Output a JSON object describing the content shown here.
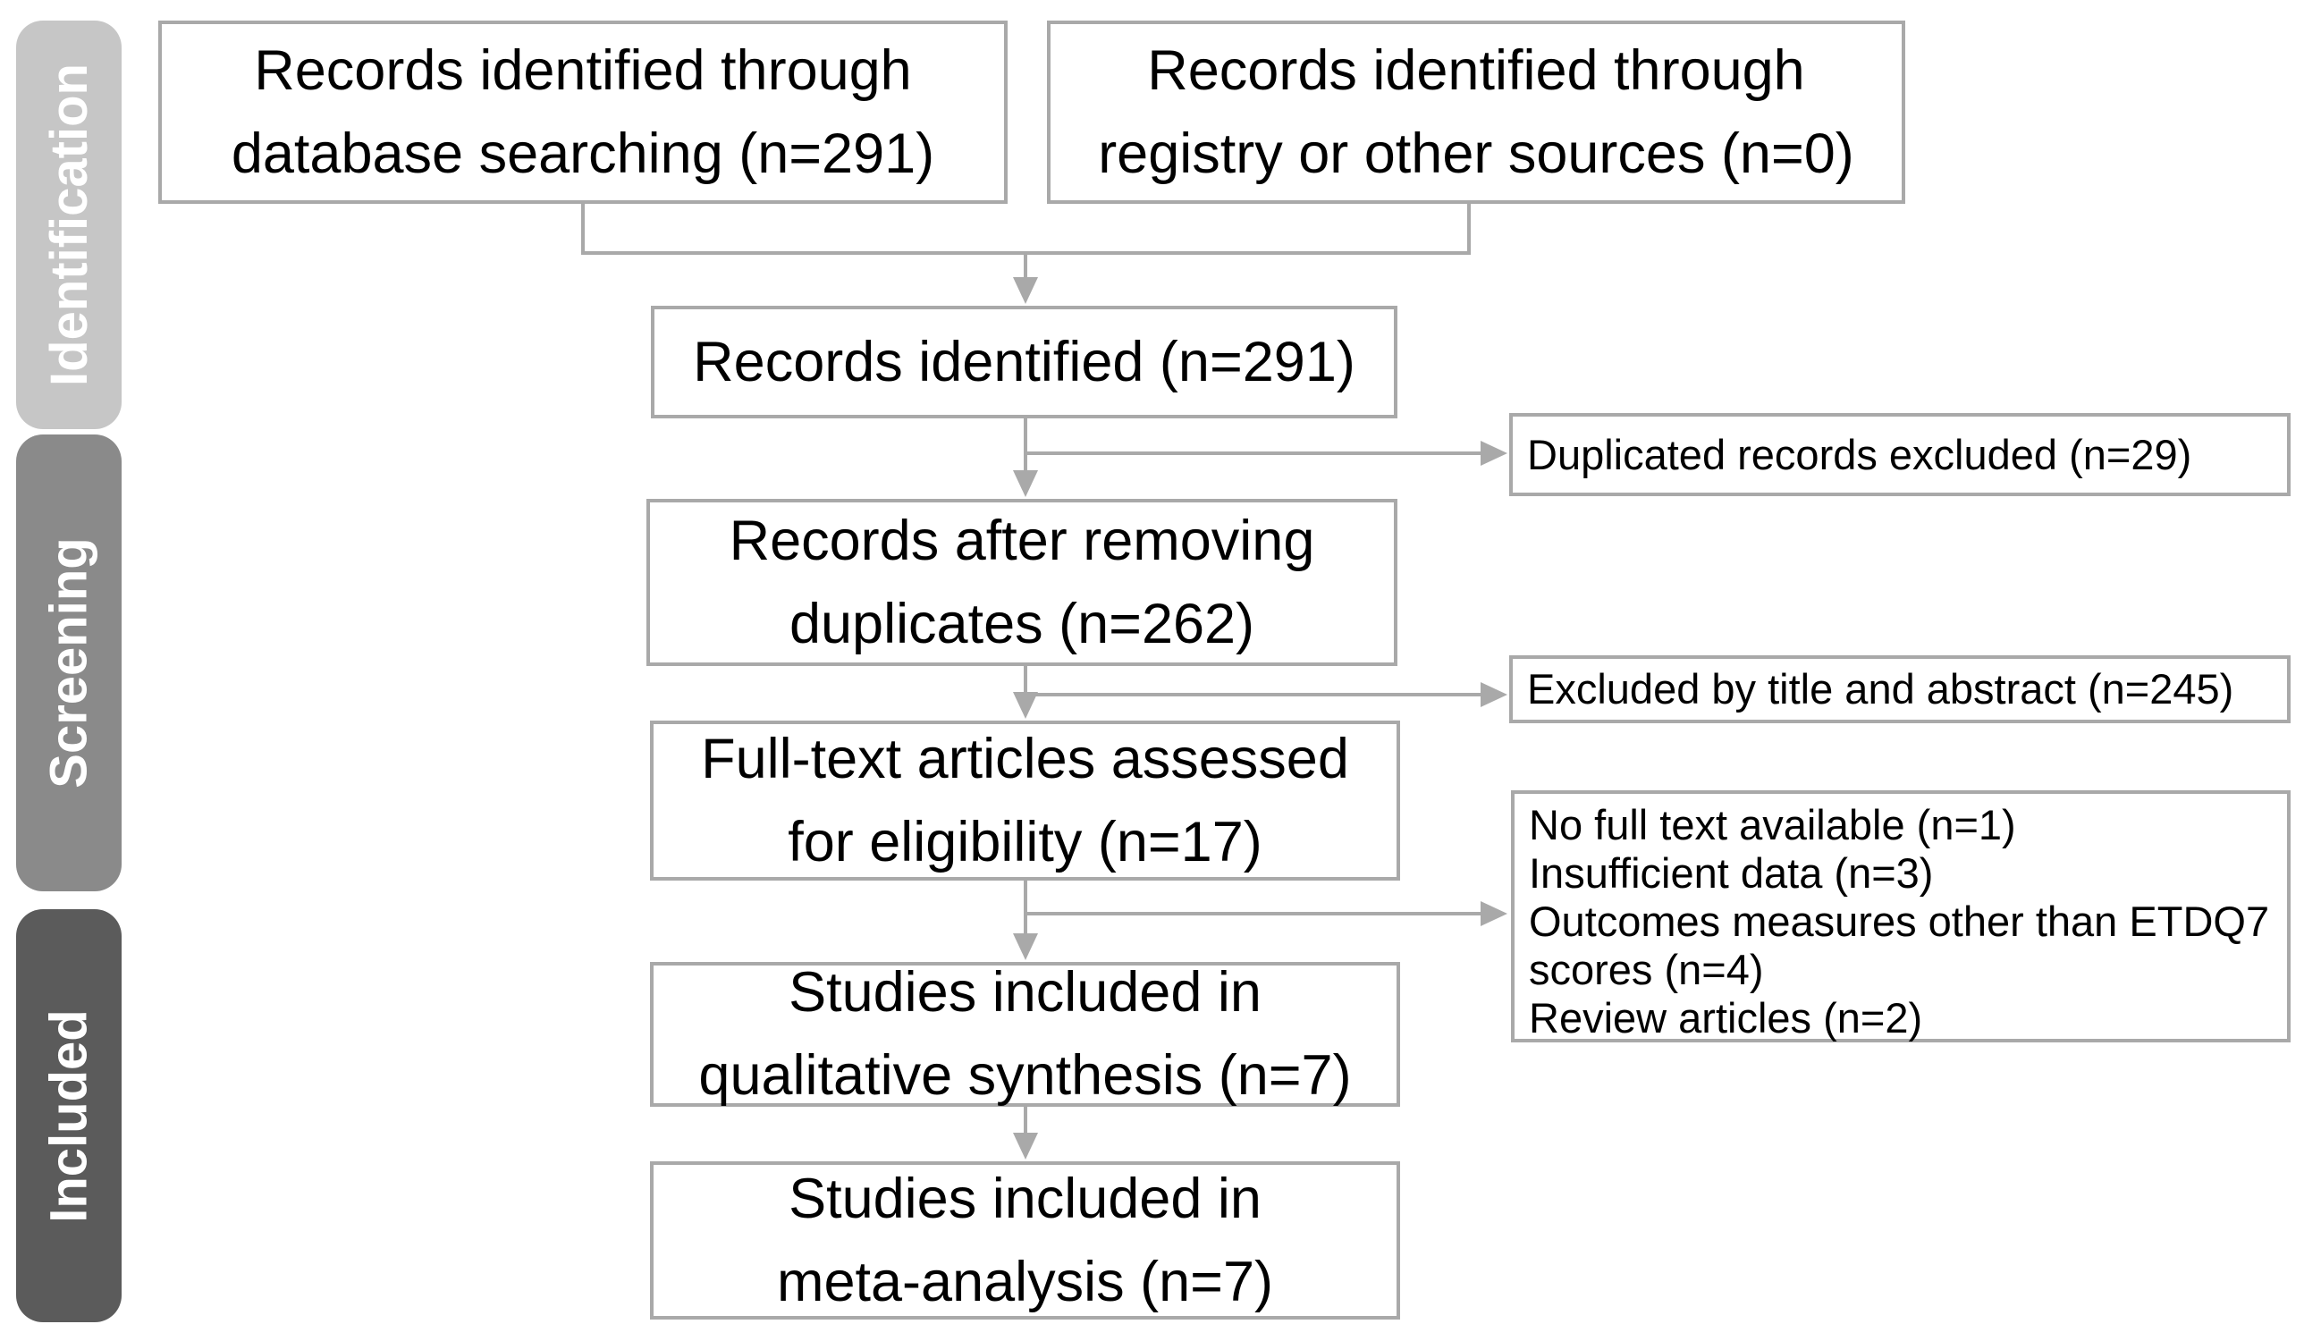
{
  "sidebar": {
    "stages": [
      {
        "label": "Identification",
        "color": "#c6c6c6"
      },
      {
        "label": "Screening",
        "color": "#8a8a8a"
      },
      {
        "label": "Included",
        "color": "#5b5b5b"
      }
    ]
  },
  "flow": {
    "sources": [
      {
        "n": 291,
        "lines": [
          "Records identified through",
          "database searching (n=291)"
        ]
      },
      {
        "n": 0,
        "lines": [
          "Records identified through",
          "registry or other sources (n=0)"
        ]
      }
    ],
    "steps": [
      {
        "n": 291,
        "lines": [
          "Records identified (n=291)",
          ""
        ]
      },
      {
        "n": 262,
        "lines": [
          "Records after removing",
          "duplicates (n=262)"
        ]
      },
      {
        "n": 17,
        "lines": [
          "Full-text articles assessed",
          "for eligibility (n=17)"
        ]
      },
      {
        "n": 7,
        "lines": [
          "Studies included in",
          "qualitative synthesis (n=7)"
        ]
      },
      {
        "n": 7,
        "lines": [
          "Studies included in",
          "meta-analysis (n=7)"
        ]
      }
    ]
  },
  "exclusions": [
    {
      "n": 29,
      "text": "Duplicated records excluded (n=29)"
    },
    {
      "n": 245,
      "text": "Excluded by title and abstract (n=245)"
    },
    {
      "reasons": [
        "No full text available (n=1)",
        "Insufficient data (n=3)",
        "Outcomes measures other than ETDQ7 scores (n=4)",
        "Review articles (n=2)"
      ]
    }
  ],
  "colors": {
    "box_border": "#a9a9a9",
    "connector": "#a9a9a9",
    "text": "#000000",
    "stage_text": "#ffffff",
    "background": "#ffffff"
  }
}
